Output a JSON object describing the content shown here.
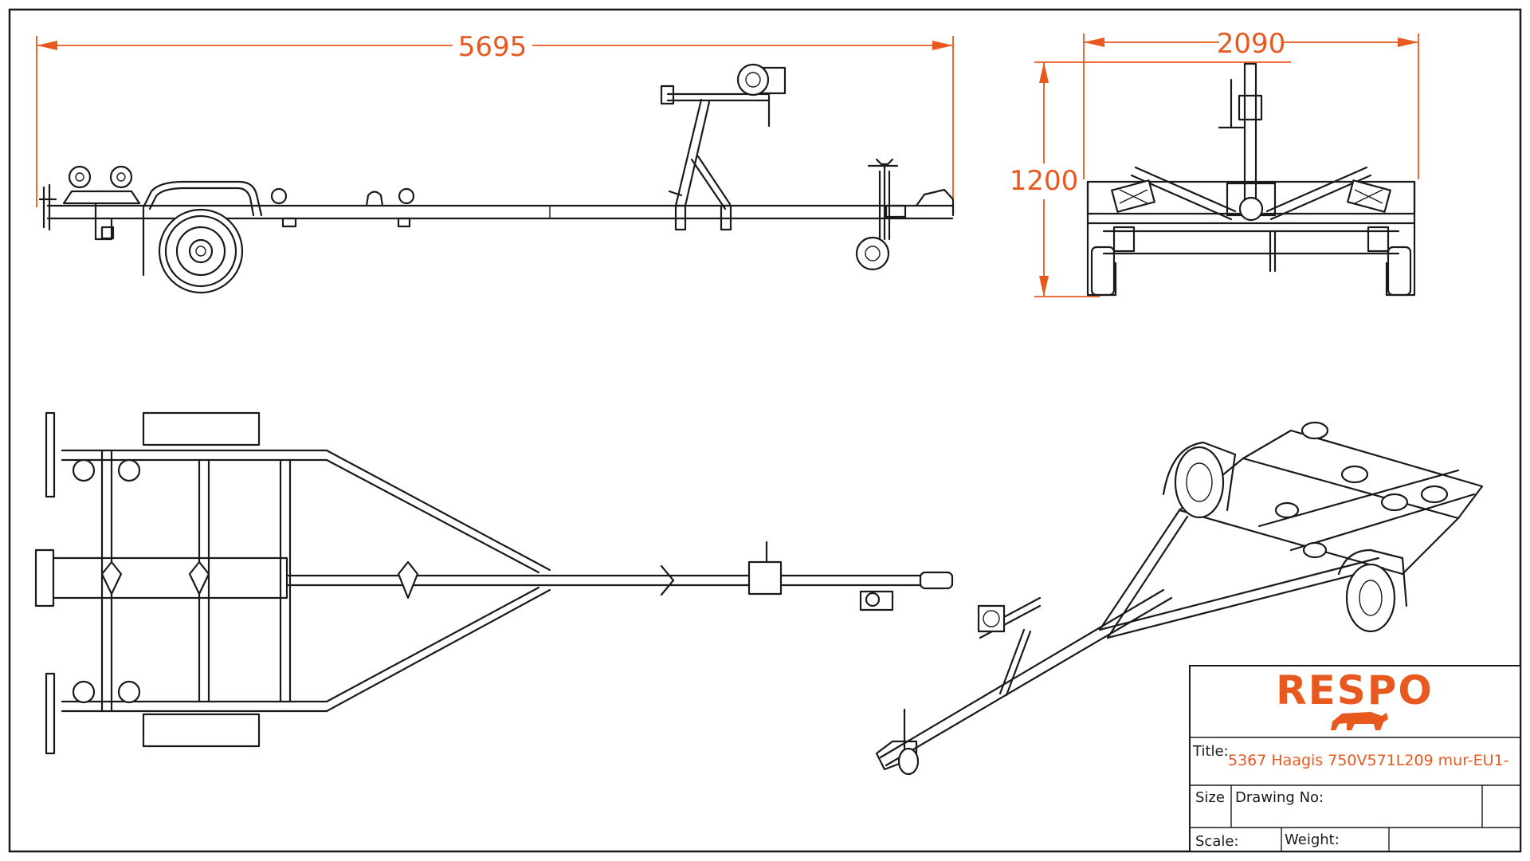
{
  "dimensions": {
    "overall_length": "5695",
    "overall_width": "2090",
    "overall_height": "1200"
  },
  "title_block": {
    "logo": "RESPO",
    "title_label": "Title:",
    "title_value": "5367 Haagis 750V571L209 mur-EU1-",
    "size_label": "Size",
    "drawing_no_label": "Drawing No:",
    "scale_label": "Scale:",
    "weight_label": "Weight:"
  },
  "colors": {
    "accent": "#e8591f",
    "line": "#1a1a1a",
    "background": "#ffffff"
  }
}
